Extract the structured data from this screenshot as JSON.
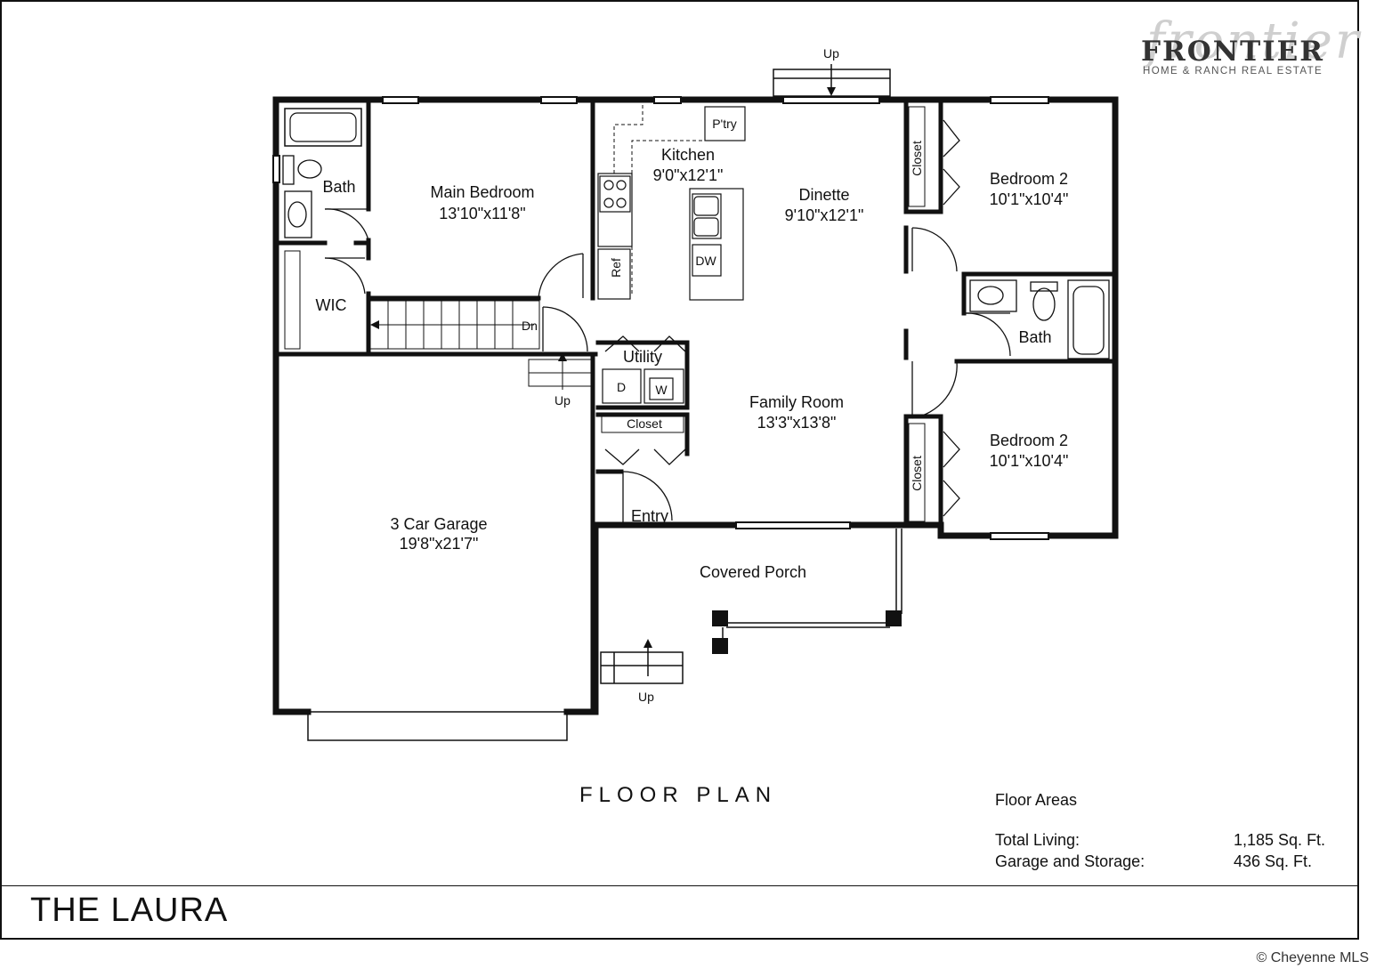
{
  "logo": {
    "script_text": "frontier",
    "brand": "FRONTIER",
    "tagline": "HOME & RANCH REAL ESTATE"
  },
  "plan": {
    "title": "THE LAURA",
    "heading": "FLOOR PLAN",
    "rooms": {
      "bath_main": {
        "name": "Bath"
      },
      "main_bedroom": {
        "name": "Main Bedroom",
        "dims": "13'10\"x11'8\""
      },
      "kitchen": {
        "name": "Kitchen",
        "dims": "9'0\"x12'1\""
      },
      "pantry": {
        "name": "P'try"
      },
      "dinette": {
        "name": "Dinette",
        "dims": "9'10\"x12'1\""
      },
      "bedroom2_upper": {
        "name": "Bedroom 2",
        "dims": "10'1\"x10'4\""
      },
      "closet_upper": {
        "name": "Closet"
      },
      "refrigerator": {
        "name": "Ref"
      },
      "dishwasher": {
        "name": "DW"
      },
      "wic": {
        "name": "WIC"
      },
      "stairs_down": {
        "name": "Dn"
      },
      "bath_hall": {
        "name": "Bath"
      },
      "utility": {
        "name": "Utility"
      },
      "dryer": {
        "name": "D"
      },
      "washer": {
        "name": "W"
      },
      "family_room": {
        "name": "Family Room",
        "dims": "13'3\"x13'8\""
      },
      "closet_entry": {
        "name": "Closet"
      },
      "bedroom2_lower": {
        "name": "Bedroom 2",
        "dims": "10'1\"x10'4\""
      },
      "closet_lower": {
        "name": "Closet"
      },
      "garage": {
        "name": "3 Car Garage",
        "dims": "19'8\"x21'7\""
      },
      "entry": {
        "name": "Entry"
      },
      "covered_porch": {
        "name": "Covered Porch"
      }
    },
    "up_labels": {
      "top": "Up",
      "garage_step": "Up",
      "porch_step": "Up"
    }
  },
  "floor_areas": {
    "heading": "Floor Areas",
    "rows": [
      {
        "label": "Total Living:",
        "value": "1,185 Sq. Ft."
      },
      {
        "label": "Garage and Storage:",
        "value": "436 Sq. Ft."
      }
    ]
  },
  "copyright": "© Cheyenne MLS"
}
